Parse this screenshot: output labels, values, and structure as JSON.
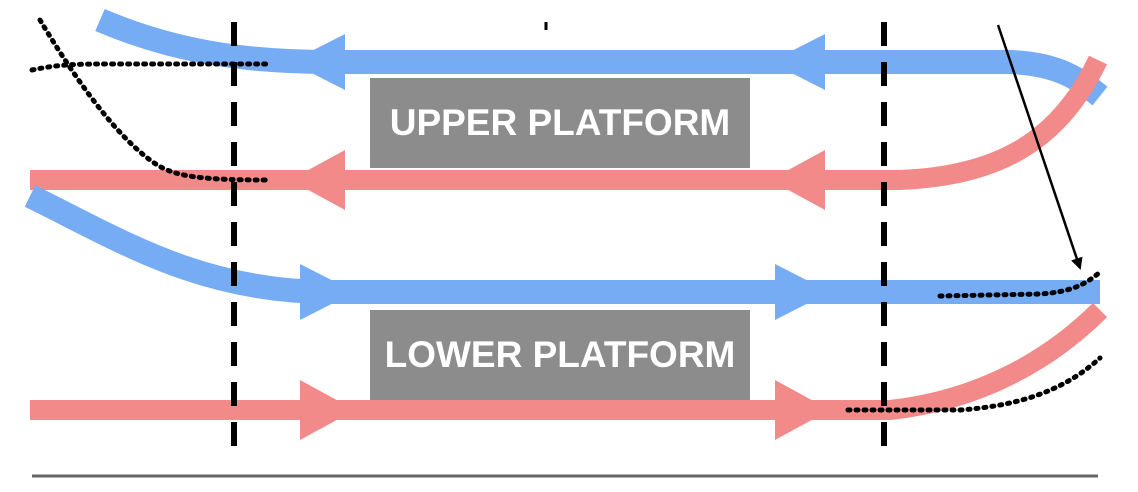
{
  "platforms": {
    "upper": {
      "label": "UPPER PLATFORM"
    },
    "lower": {
      "label": "LOWER PLATFORM"
    }
  },
  "colors": {
    "background": "#ffffff",
    "blue_track": "#76acf4",
    "red_track": "#f28a8a",
    "platform_fill": "#8c8c8c",
    "platform_text": "#ffffff",
    "divider": "#666666",
    "dashed_line": "#000000",
    "dotted_line": "#000000"
  },
  "tracks": [
    {
      "id": "upper-blue",
      "color": "blue",
      "direction": "left"
    },
    {
      "id": "upper-red",
      "color": "red",
      "direction": "left"
    },
    {
      "id": "lower-blue",
      "color": "blue",
      "direction": "right"
    },
    {
      "id": "lower-red",
      "color": "red",
      "direction": "right"
    }
  ],
  "icons": {
    "arrow": "arrowhead-icon",
    "pointer": "pointer-arrow-icon"
  }
}
